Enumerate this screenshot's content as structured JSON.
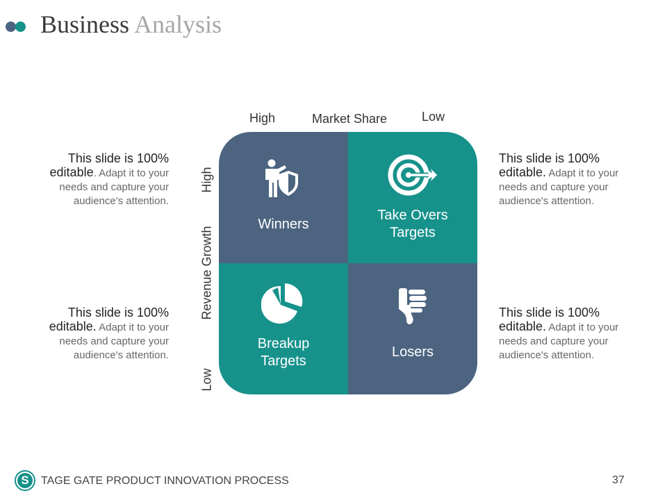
{
  "title": {
    "part1": "Business",
    "part2": "Analysis"
  },
  "axes": {
    "top_high": "High",
    "top_title": "Market Share",
    "top_low": "Low",
    "left_high": "High",
    "left_title": "Revenue Growth",
    "left_low": "Low"
  },
  "quadrants": [
    {
      "label_line1": "Winners",
      "label_line2": "",
      "icon": "presenter-shield-icon",
      "color": "#4c6480"
    },
    {
      "label_line1": "Take Overs",
      "label_line2": "Targets",
      "icon": "target-arrow-icon",
      "color": "#17928b"
    },
    {
      "label_line1": "Breakup",
      "label_line2": "Targets",
      "icon": "pie-chart-icon",
      "color": "#17928b"
    },
    {
      "label_line1": "Losers",
      "label_line2": "",
      "icon": "thumbs-down-icon",
      "color": "#4c6480"
    }
  ],
  "descriptions": [
    {
      "line1": "This slide is 100%",
      "bold2": "editable",
      "rest2": ". Adapt it to your",
      "line3": "needs and capture your",
      "line4": "audience's attention."
    },
    {
      "line1": "This slide is 100%",
      "bold2": "editable.",
      "rest2": " Adapt it to your",
      "line3": "needs and capture your",
      "line4": "audience's attention."
    },
    {
      "line1": "This slide is 100%",
      "bold2": "editable.",
      "rest2": " Adapt it to your",
      "line3": "needs and capture your",
      "line4": "audience's attention."
    },
    {
      "line1": "This slide is 100%",
      "bold2": "editable.",
      "rest2": " Adapt it to your",
      "line3": "needs and capture your",
      "line4": "audience's attention."
    }
  ],
  "footer": {
    "logo_letter": "S",
    "text": "TAGE GATE PRODUCT INNOVATION PROCESS",
    "page": "37"
  },
  "colors": {
    "slate": "#4c6480",
    "teal": "#17928b"
  }
}
